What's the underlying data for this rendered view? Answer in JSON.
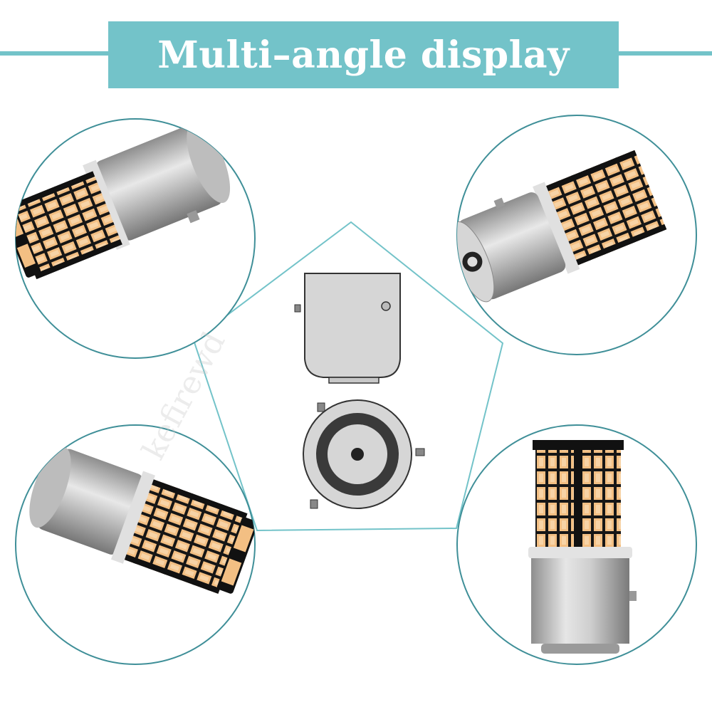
{
  "banner": {
    "title": "Multi–angle display"
  },
  "watermark": {
    "text": "kefirewd"
  },
  "colors": {
    "accent": "#73c3c9",
    "circle_stroke": "#3f8f98",
    "led_amber": "#f3bf83",
    "pcb_black": "#1a1a1a",
    "metal_base": "#c8c8c8"
  },
  "views": [
    {
      "name": "view-top-left",
      "icon": "led-bulb-angled-left"
    },
    {
      "name": "view-top-right",
      "icon": "led-bulb-angled-right"
    },
    {
      "name": "view-bottom-left",
      "icon": "led-bulb-tilted-left"
    },
    {
      "name": "view-bottom-right",
      "icon": "led-bulb-upright"
    }
  ],
  "diagram": {
    "icons": [
      "bulb-base-side-icon",
      "bulb-base-bottom-icon"
    ]
  }
}
